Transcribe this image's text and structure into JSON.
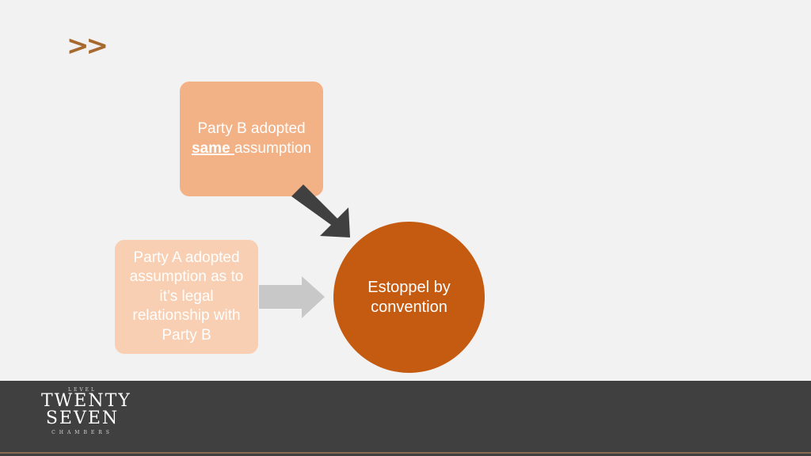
{
  "header": {
    "chevrons": ">>"
  },
  "diagram": {
    "box_b": {
      "text_before": "Party B adopted",
      "emphasis": "same ",
      "text_after": "assumption"
    },
    "box_a": {
      "text": "Party A adopted assumption as to it’s legal relationship with Party B"
    },
    "result": {
      "text": "Estoppel by convention"
    }
  },
  "colors": {
    "box_b": "#f3b186",
    "box_a": "#f8cfb2",
    "result": "#c55a11",
    "arrow_dark": "#404040",
    "arrow_light": "#c8c8c8",
    "footer": "#404040",
    "accent": "#a66a2e"
  },
  "footer": {
    "logo_top": "LEVEL",
    "logo_line1": "TWENTY",
    "logo_line2": "SEVEN",
    "logo_bottom": "CHAMBERS"
  }
}
